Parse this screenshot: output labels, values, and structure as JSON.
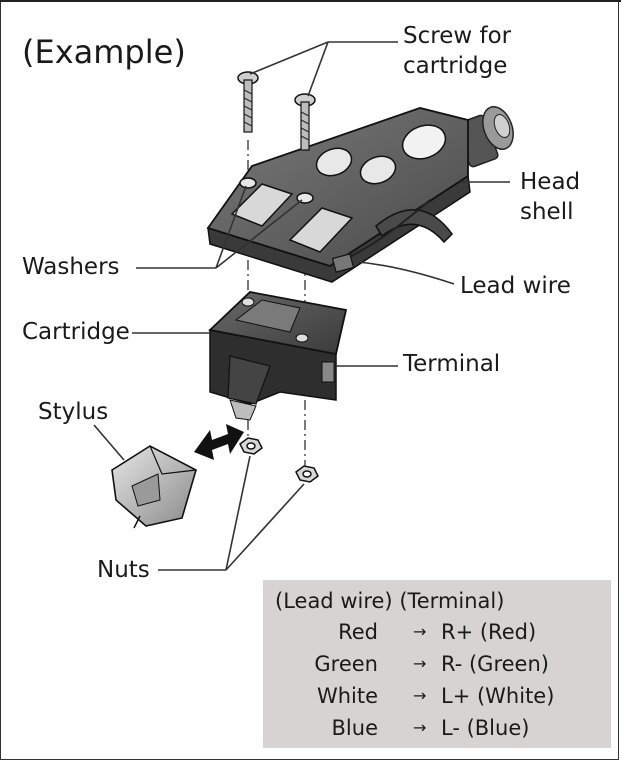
{
  "title": "(Example)",
  "labels": {
    "screw_line1": "Screw for",
    "screw_line2": "cartridge",
    "head_line1": "Head",
    "head_line2": "shell",
    "washers": "Washers",
    "lead_wire": "Lead wire",
    "cartridge": "Cartridge",
    "terminal": "Terminal",
    "stylus": "Stylus",
    "nuts": "Nuts"
  },
  "legend": {
    "header_left": "(Lead wire)",
    "header_right": "(Terminal)",
    "arrow": "→",
    "rows": [
      {
        "wire": "Red",
        "terminal": "R+ (Red)"
      },
      {
        "wire": "Green",
        "terminal": "R- (Green)"
      },
      {
        "wire": "White",
        "terminal": "L+ (White)"
      },
      {
        "wire": "Blue",
        "terminal": "L- (Blue)"
      }
    ]
  },
  "colors": {
    "shell_top": "#6a6a6a",
    "shell_side": "#3c3c3c",
    "cartridge_top": "#5c5c5c",
    "cartridge_side": "#2e2e2e",
    "legend_bg": "#d7d3d3"
  }
}
